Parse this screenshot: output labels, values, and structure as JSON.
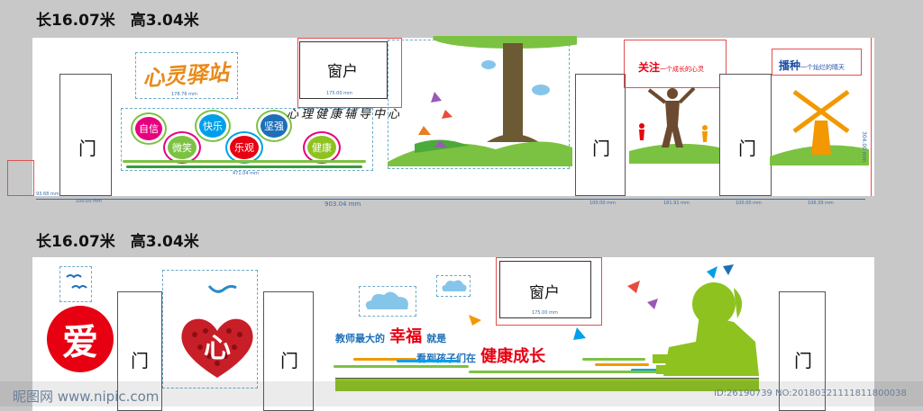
{
  "wall1": {
    "title": "长16.07米　高3.04米",
    "logo": "心灵驿站",
    "door_label": "门",
    "window_label": "窗户",
    "window_dim": "175.00 mm",
    "slogan": "心理健康辅导中心",
    "bubbles": [
      {
        "text": "自信",
        "color": "#e6007e"
      },
      {
        "text": "快乐",
        "color": "#00a0e9"
      },
      {
        "text": "坚强",
        "color": "#1d6fb8"
      },
      {
        "text": "微笑",
        "color": "#7cc242"
      },
      {
        "text": "乐观",
        "color": "#e60012"
      },
      {
        "text": "健康",
        "color": "#8dc21f"
      }
    ],
    "panel1_title": "关注",
    "panel1_sub": "一个成长的心灵",
    "panel2_title": "播种",
    "panel2_sub": "一个灿烂的晴天",
    "total_width": "903.04 mm",
    "height_dim": "304.00 mm",
    "small_dims": [
      "93.68 mm",
      "100.00 mm",
      "471.04 mm",
      "100.00 mm",
      "181.91 mm",
      "100.00 mm",
      "106.39 mm"
    ]
  },
  "wall2": {
    "title": "长16.07米　高3.04米",
    "love": "爱",
    "heart": "心",
    "door_label": "门",
    "window_label": "窗户",
    "window_dim": "175.00 mm",
    "slogan1_a": "教师最大的",
    "slogan1_b": "幸福",
    "slogan1_c": "就是",
    "slogan2_a": "看到孩子们在",
    "slogan2_b": "健康成长"
  },
  "watermark": {
    "site": "昵图网 www.nipic.com",
    "id": "ID:26190739 NO:20180321111811800038"
  }
}
